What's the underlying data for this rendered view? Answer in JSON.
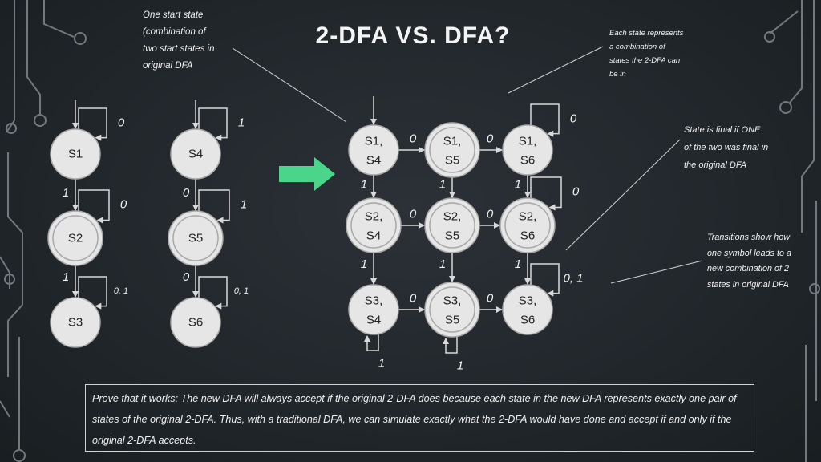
{
  "title": "2-DFA VS. DFA?",
  "notes": {
    "start_state": [
      "One start state",
      "(combination of",
      "two start states in",
      "original DFA"
    ],
    "combination": [
      "Each state represents",
      "a combination of",
      "states the 2-DFA can",
      "be in"
    ],
    "final": [
      "State is final if ONE",
      "of the two was final in",
      "the original DFA"
    ],
    "transitions": [
      "Transitions show how",
      "one symbol leads to a",
      "new combination of 2",
      "states in original DFA"
    ]
  },
  "proof_text": "Prove that it works: The new DFA will always accept if the original 2-DFA does because each state in the new DFA represents exactly one pair of states of the original 2-DFA. Thus, with a traditional DFA, we can simulate exactly what the 2-DFA would have done and accept if and only if the original 2-DFA accepts.",
  "original_dfa_1": {
    "states": [
      {
        "id": "S1",
        "label": "S1",
        "final": false,
        "start": true
      },
      {
        "id": "S2",
        "label": "S2",
        "final": true,
        "start": false
      },
      {
        "id": "S3",
        "label": "S3",
        "final": false,
        "start": false
      }
    ],
    "self_loops": [
      {
        "state": "S1",
        "label": "0"
      },
      {
        "state": "S2",
        "label": "0"
      },
      {
        "state": "S3",
        "label": "0, 1"
      }
    ],
    "edges": [
      {
        "from": "S1",
        "to": "S2",
        "label": "1"
      },
      {
        "from": "S2",
        "to": "S3",
        "label": "1"
      }
    ]
  },
  "original_dfa_2": {
    "states": [
      {
        "id": "S4",
        "label": "S4",
        "final": false,
        "start": true
      },
      {
        "id": "S5",
        "label": "S5",
        "final": true,
        "start": false
      },
      {
        "id": "S6",
        "label": "S6",
        "final": false,
        "start": false
      }
    ],
    "self_loops": [
      {
        "state": "S4",
        "label": "1"
      },
      {
        "state": "S5",
        "label": "1"
      },
      {
        "state": "S6",
        "label": "0, 1"
      }
    ],
    "edges": [
      {
        "from": "S4",
        "to": "S5",
        "label": "0"
      },
      {
        "from": "S5",
        "to": "S6",
        "label": "0"
      }
    ]
  },
  "product_dfa": {
    "states": [
      {
        "id": "S1S4",
        "line1": "S1,",
        "line2": "S4",
        "final": false,
        "start": true
      },
      {
        "id": "S1S5",
        "line1": "S1,",
        "line2": "S5",
        "final": true,
        "start": false
      },
      {
        "id": "S1S6",
        "line1": "S1,",
        "line2": "S6",
        "final": false,
        "start": false
      },
      {
        "id": "S2S4",
        "line1": "S2,",
        "line2": "S4",
        "final": true,
        "start": false
      },
      {
        "id": "S2S5",
        "line1": "S2,",
        "line2": "S5",
        "final": true,
        "start": false
      },
      {
        "id": "S2S6",
        "line1": "S2,",
        "line2": "S6",
        "final": true,
        "start": false
      },
      {
        "id": "S3S4",
        "line1": "S3,",
        "line2": "S4",
        "final": false,
        "start": false
      },
      {
        "id": "S3S5",
        "line1": "S3,",
        "line2": "S5",
        "final": true,
        "start": false
      },
      {
        "id": "S3S6",
        "line1": "S3,",
        "line2": "S6",
        "final": false,
        "start": false
      }
    ],
    "edges": [
      {
        "from": "S1S4",
        "to": "S1S5",
        "label": "0"
      },
      {
        "from": "S1S5",
        "to": "S1S6",
        "label": "0"
      },
      {
        "from": "S2S4",
        "to": "S2S5",
        "label": "0"
      },
      {
        "from": "S2S5",
        "to": "S2S6",
        "label": "0"
      },
      {
        "from": "S3S4",
        "to": "S3S5",
        "label": "0"
      },
      {
        "from": "S3S5",
        "to": "S3S6",
        "label": "0"
      },
      {
        "from": "S1S4",
        "to": "S2S4",
        "label": "1"
      },
      {
        "from": "S1S5",
        "to": "S2S5",
        "label": "1"
      },
      {
        "from": "S1S6",
        "to": "S2S6",
        "label": "1"
      },
      {
        "from": "S2S4",
        "to": "S3S4",
        "label": "1"
      },
      {
        "from": "S2S5",
        "to": "S3S5",
        "label": "1"
      },
      {
        "from": "S2S6",
        "to": "S3S6",
        "label": "1"
      }
    ],
    "self_loops": [
      {
        "state": "S1S6",
        "label": "0"
      },
      {
        "state": "S2S6",
        "label": "0"
      },
      {
        "state": "S3S6",
        "label": "0, 1"
      },
      {
        "state": "S3S4",
        "label": "1"
      },
      {
        "state": "S3S5",
        "label": "1"
      }
    ]
  },
  "colors": {
    "state_fill": "#e6e6e6",
    "state_stroke": "#a8a8a8",
    "arrow": "#d9d9d9",
    "transform_arrow": "#4bd58a",
    "text": "#f2f2f2",
    "circuit_lines": "#8f969b"
  }
}
